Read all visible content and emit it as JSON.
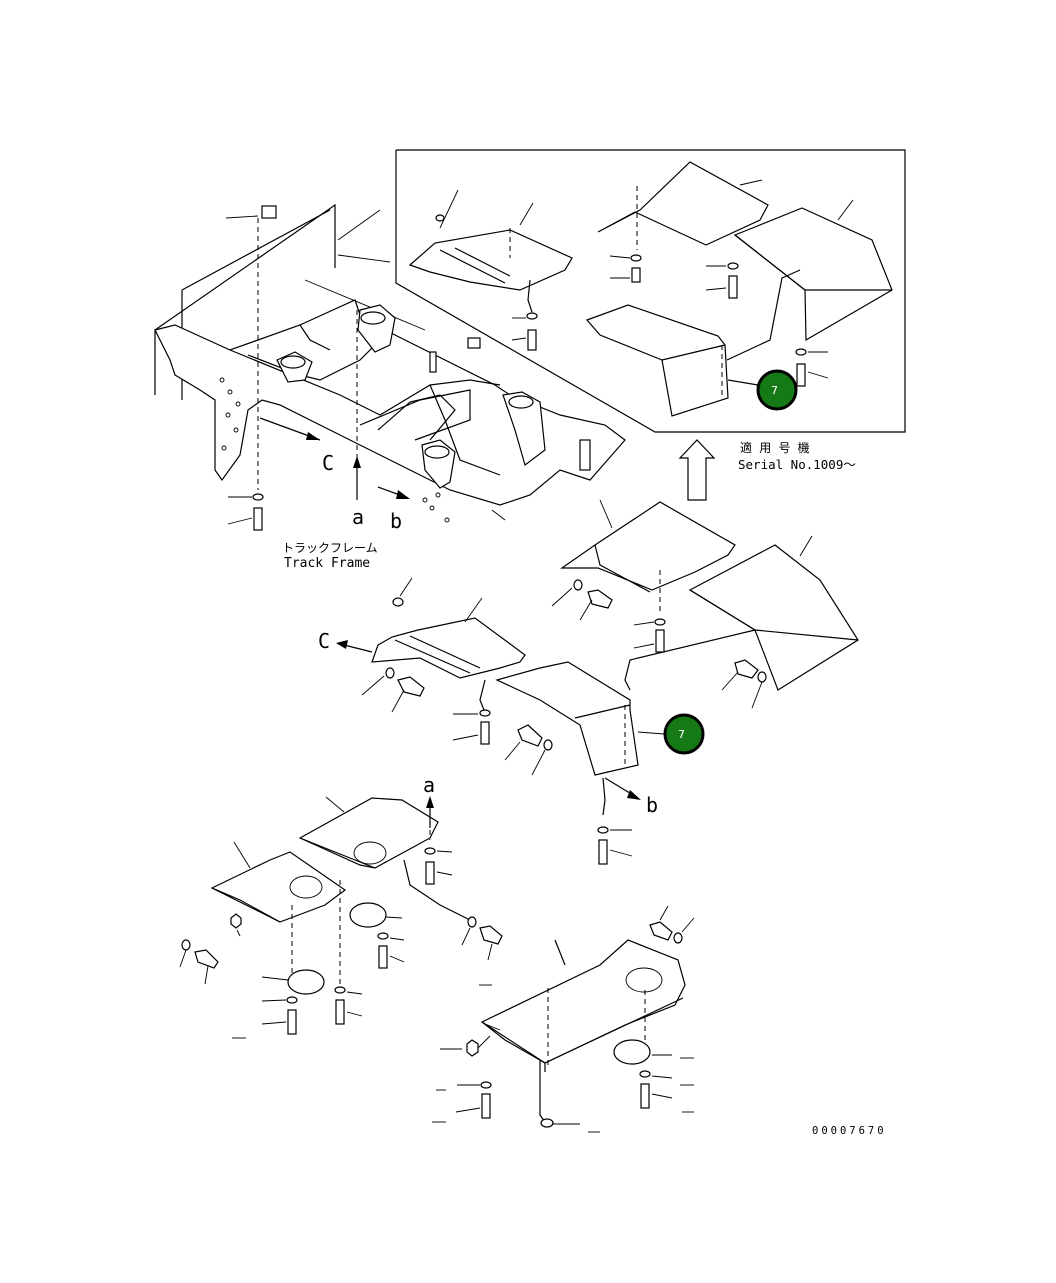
{
  "inset": {
    "applicable_label_jp": "適 用 号 機",
    "serial_label": "Serial No.1009～"
  },
  "track_frame": {
    "label_jp": "トラックフレーム",
    "label_en": "Track Frame"
  },
  "view_letters": {
    "a_frame": "a",
    "b_frame": "b",
    "c_frame": "C",
    "c_cover": "C",
    "b_cover": "b",
    "a_lower": "a"
  },
  "callouts": {
    "inset_part": "7",
    "main_part": "7"
  },
  "drawing_number": "00007670",
  "colors": {
    "callout_fill": "#157a15",
    "line": "#000000"
  }
}
